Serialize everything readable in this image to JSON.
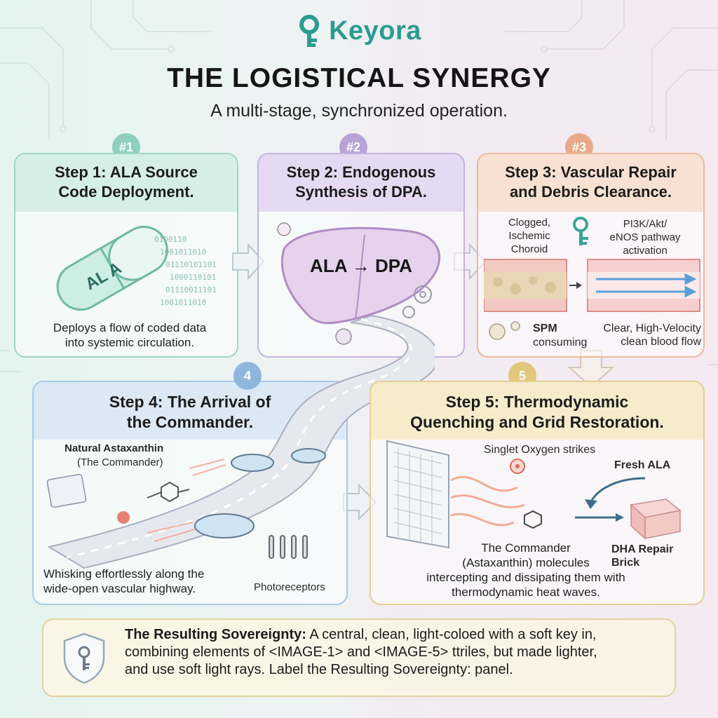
{
  "brand": {
    "name": "Keyora",
    "accent": "#2b9c8f"
  },
  "header": {
    "title": "THE LOGISTICAL SYNERGY",
    "subtitle": "A multi-stage, synchronized operation."
  },
  "steps": [
    {
      "badge": "#1",
      "color": "#8fcfbd",
      "title_lines": [
        "Step 1: ALA Source",
        "Code Deployment."
      ],
      "capsule_text": "AL A",
      "caption_lines": [
        "Deploys a flow of coded data",
        "into systemic circulation."
      ]
    },
    {
      "badge": "#2",
      "color": "#b8a2d6",
      "title_lines": [
        "Step 2: Endogenous",
        "Synthesis of DPA."
      ],
      "conversion": "ALA → DPA"
    },
    {
      "badge": "#3",
      "color": "#e9a888",
      "title_lines": [
        "Step 3: Vascular Repair",
        "and Debris Clearance."
      ],
      "label_clogged": [
        "Clogged,",
        "Ischemic",
        "Choroid"
      ],
      "label_pathway": [
        "PI3K/Akt/",
        "eNOS pathway",
        "activation"
      ],
      "label_spm": "SPM",
      "label_spm_sub": "consuming",
      "label_flow": [
        "Clear, High-Velocity",
        "clean blood flow"
      ]
    },
    {
      "badge": "4",
      "color": "#8fb7de",
      "title_lines": [
        "Step 4: The Arrival of",
        "the Commander."
      ],
      "label_commander": [
        "Natural Astaxanthin",
        "(The Commander)"
      ],
      "caption_lines": [
        "Whisking effortlessly along the",
        "wide-open vascular highway."
      ],
      "label_photoreceptors": "Photoreceptors"
    },
    {
      "badge": "5",
      "color": "#e2c77a",
      "title_lines": [
        "Step 5: Thermodynamic",
        "Quenching and Grid Restoration."
      ],
      "label_singlet": "Singlet Oxygen strikes",
      "label_fresh": "Fresh ALA",
      "label_brick": [
        "DHA Repair",
        "Brick"
      ],
      "caption_lines": [
        "The Commander",
        "(Astaxanthin) molecules",
        "intercepting and dissipating them with",
        "thermodynamic heat waves."
      ]
    }
  ],
  "sovereignty": {
    "heading": "The Resulting Sovereignty:",
    "line1_rest": " A central, clean, light-coloed with a soft key in,",
    "line2": "combining elements of <IMAGE-1> and <IMAGE-5> ttriles, but made lighter,",
    "line3": "and use soft light rays. Label the Resulting Sovereignty: panel."
  }
}
